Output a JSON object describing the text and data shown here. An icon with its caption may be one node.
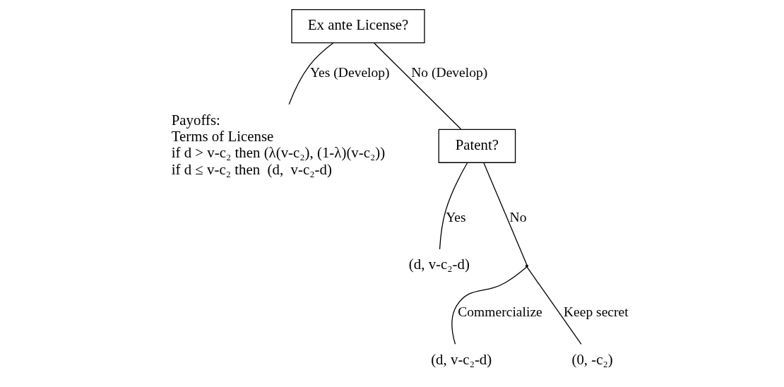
{
  "diagram": {
    "nodes": [
      {
        "text": [
          "Ex ante License?"
        ]
      },
      {
        "text": [
          "Payoffs:",
          "Terms of License",
          "if d > v-c₂ then (λ(v-c₂), (1-λ)(v-c₂))",
          "if d ≤ v-c₂ then  (d,  v-c₂-d)"
        ]
      },
      {
        "text": [
          "Patent?"
        ]
      },
      {
        "text": [
          "(d, v-c₂-d)"
        ]
      },
      {
        "text": [],
        "shape": "point"
      },
      {
        "text": [
          "(d, v-c₂-d)"
        ]
      },
      {
        "text": [
          "(0, -c₂)"
        ]
      }
    ],
    "edges": [
      {
        "from": 0,
        "to": 1,
        "arrow": "none",
        "label": "Yes (Develop)"
      },
      {
        "from": 0,
        "to": 2,
        "arrow": "none",
        "label": "No (Develop)"
      },
      {
        "from": 2,
        "to": 3,
        "arrow": "none",
        "label": "Yes"
      },
      {
        "from": 2,
        "to": 4,
        "arrow": "none",
        "label": "No"
      },
      {
        "from": 4,
        "to": 5,
        "arrow": "none",
        "label": "Commercialize"
      },
      {
        "from": 4,
        "to": 6,
        "arrow": "none",
        "label": "Keep secret"
      }
    ]
  }
}
